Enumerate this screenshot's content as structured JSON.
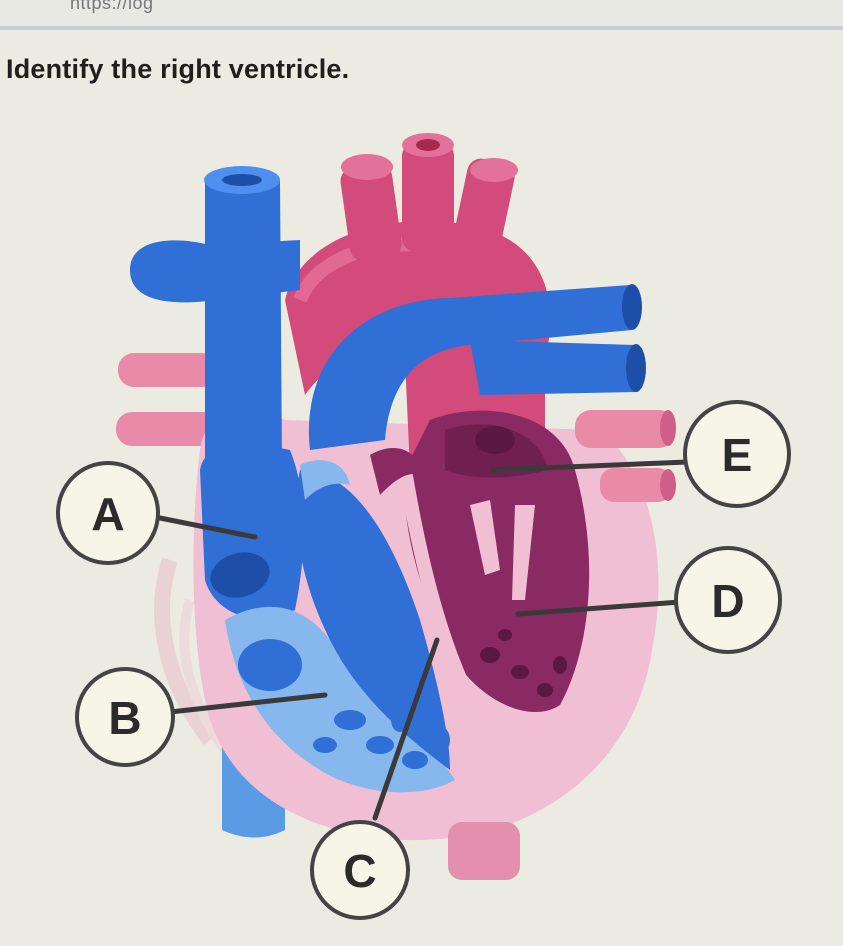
{
  "browser": {
    "url_partial": "https://log"
  },
  "question": {
    "text": "Identify the right ventricle."
  },
  "labels": {
    "A": "A",
    "B": "B",
    "C": "C",
    "D": "D",
    "E": "E"
  },
  "colors": {
    "background": "#ecebe1",
    "deoxygenated_blue": "#2f6fd6",
    "oxygenated_red": "#d24b7a",
    "heart_wall_pink": "#f1bfd3",
    "chamber_purple": "#8a2a63",
    "label_circle_stroke": "#444444"
  },
  "icons": {
    "diagram": "heart-cross-section-icon"
  }
}
